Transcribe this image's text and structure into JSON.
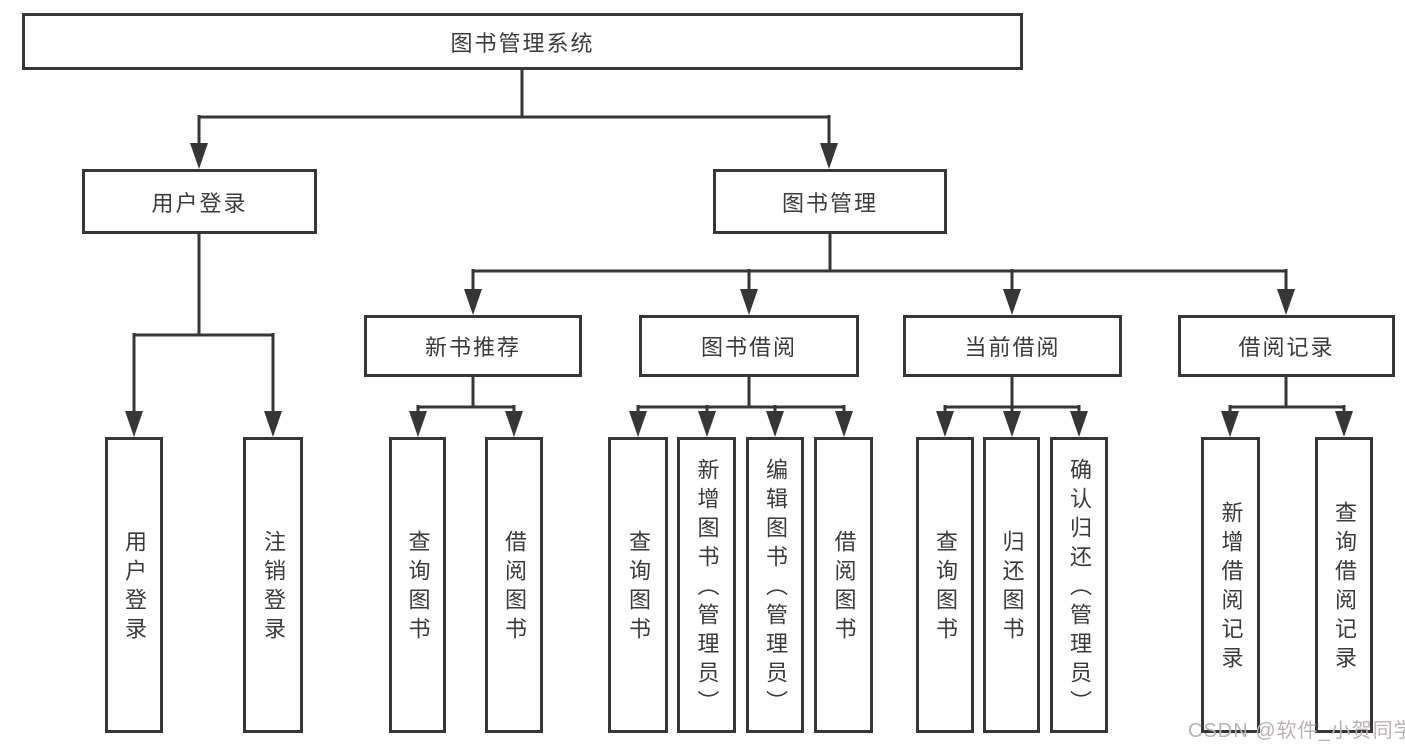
{
  "diagram_title": "图书管理系统",
  "tree": {
    "root": {
      "label": "图书管理系统"
    },
    "branches": [
      {
        "label": "用户登录",
        "children": [
          "用户登录",
          "注销登录"
        ]
      },
      {
        "label": "图书管理",
        "children": [
          {
            "label": "新书推荐",
            "children": [
              "查询图书",
              "借阅图书"
            ]
          },
          {
            "label": "图书借阅",
            "children": [
              "查询图书",
              "新增图书（管理员）",
              "编辑图书（管理员）",
              "借阅图书"
            ]
          },
          {
            "label": "当前借阅",
            "children": [
              "查询图书",
              "归还图书",
              "确认归还（管理员）"
            ]
          },
          {
            "label": "借阅记录",
            "children": [
              "新增借阅记录",
              "查询借阅记录"
            ]
          }
        ]
      }
    ]
  },
  "watermark": {
    "text": "CSDN @软件_小贺同学"
  },
  "colors": {
    "background": "#ffffff",
    "line": "#363636",
    "text": "#3a3a3a",
    "watermark": "#b9b2b2"
  }
}
